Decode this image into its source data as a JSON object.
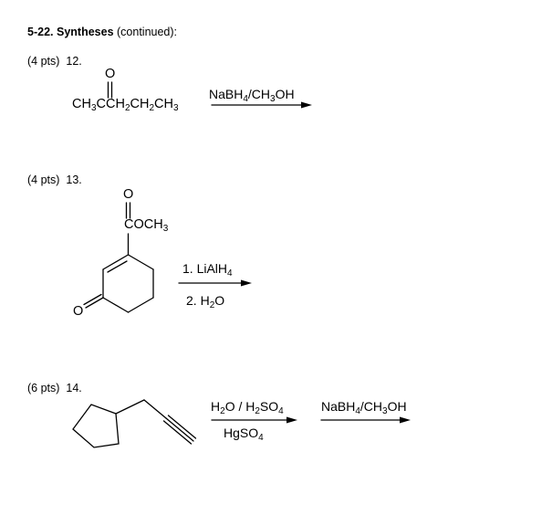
{
  "header": {
    "number": "5-22.",
    "title": "Syntheses",
    "subtitle": "(continued):"
  },
  "problems": [
    {
      "points": "(4 pts)",
      "number": "12.",
      "carbonyl_oxygen": "O",
      "structure": {
        "p1": "CH",
        "p1s": "3",
        "p2": "CCH",
        "p2s": "2",
        "p3": "CH",
        "p3s": "2",
        "p4": "CH",
        "p4s": "3"
      },
      "reagent": {
        "a": "NaBH",
        "as": "4",
        "b": "/CH",
        "bs": "3",
        "c": "OH"
      }
    },
    {
      "points": "(4 pts)",
      "number": "13.",
      "ester_oxygen": "O",
      "ester": {
        "a": "COCH",
        "as": "3"
      },
      "ring_oxygen": "O",
      "step1": {
        "a": "1. LiAlH",
        "as": "4"
      },
      "step2": {
        "a": "2. H",
        "as": "2",
        "b": "O"
      }
    },
    {
      "points": "(6 pts)",
      "number": "14.",
      "reagent1_top": {
        "a": "H",
        "as": "2",
        "b": "O / H",
        "bs": "2",
        "c": "SO",
        "cs": "4"
      },
      "reagent1_bottom": {
        "a": "HgSO",
        "as": "4"
      },
      "reagent2": {
        "a": "NaBH",
        "as": "4",
        "b": "/CH",
        "bs": "3",
        "c": "OH"
      }
    }
  ]
}
